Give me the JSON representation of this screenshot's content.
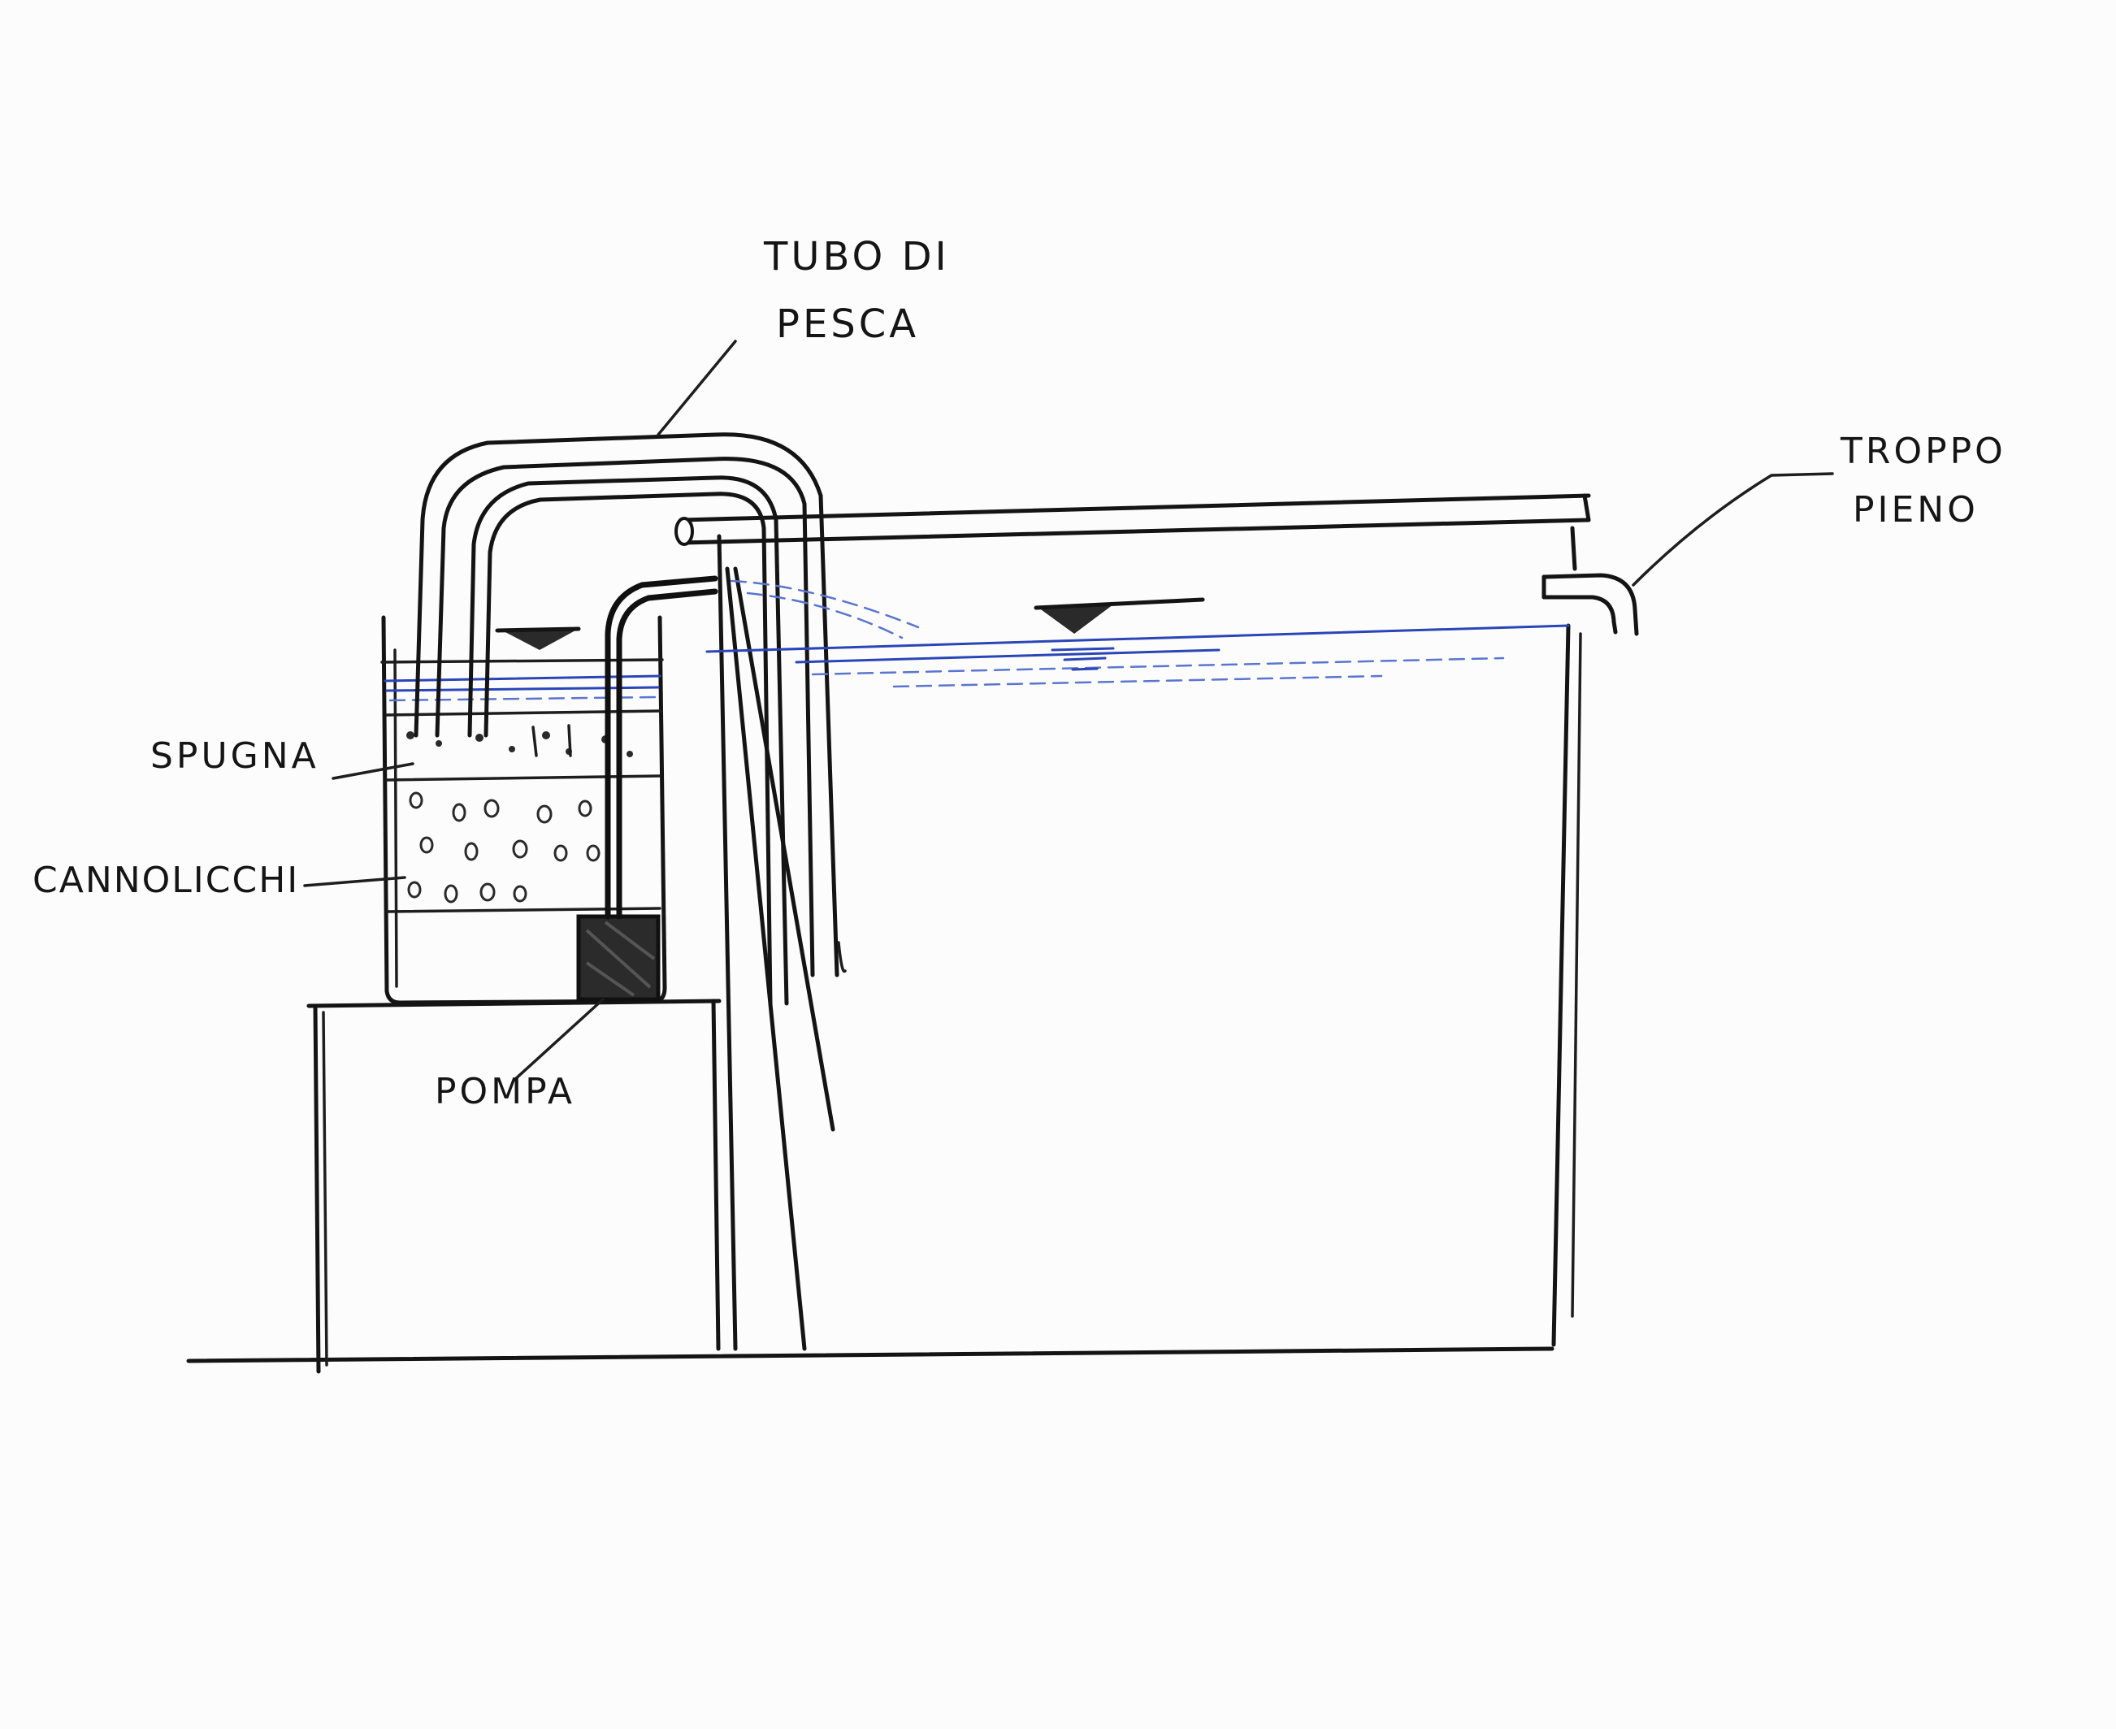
{
  "labels": {
    "tubo_line1": "TUBO DI",
    "tubo_line2": "PESCA",
    "troppo_line1": "TROPPO",
    "troppo_line2": "PIENO",
    "spugna": "SPUGNA",
    "cannolicchi": "CANNOLICCHI",
    "pompa": "POMPA"
  },
  "colors": {
    "ink": "#141414",
    "water": "#2a45b8",
    "paper": "#fcfcfc"
  }
}
